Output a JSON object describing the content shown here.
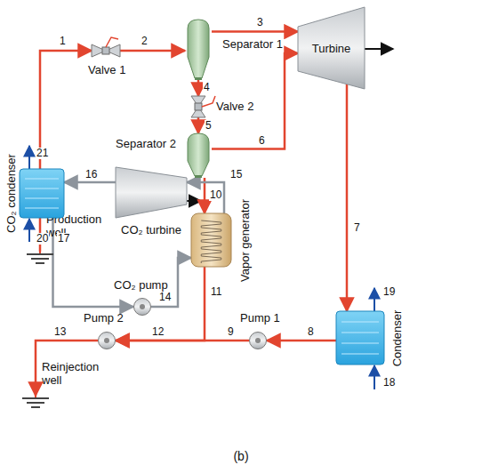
{
  "diagram": {
    "caption": "(b)",
    "nodes": [
      {
        "text": [
          "Production well"
        ]
      },
      {
        "text": [
          "Valve 1"
        ]
      },
      {
        "text": [
          "Separator 1"
        ]
      },
      {
        "text": [
          "Turbine"
        ]
      },
      {
        "text": [
          "Valve 2"
        ]
      },
      {
        "text": [
          "Separator 2"
        ]
      },
      {
        "text": [
          "CO₂ turbine"
        ]
      },
      {
        "text": [
          "Vapor generator"
        ]
      },
      {
        "text": [
          "CO₂ condenser"
        ]
      },
      {
        "text": [
          "CO₂ pump"
        ]
      },
      {
        "text": [
          "Pump 2"
        ]
      },
      {
        "text": [
          "Pump 1"
        ]
      },
      {
        "text": [
          "Condenser"
        ]
      },
      {
        "text": [
          "Reinjection well"
        ]
      }
    ],
    "edges": [
      {
        "from": 0,
        "to": 1,
        "arrow": "to",
        "label": "1"
      },
      {
        "from": 1,
        "to": 2,
        "arrow": "to",
        "label": "2"
      },
      {
        "from": 2,
        "to": 3,
        "arrow": "to",
        "label": "3"
      },
      {
        "from": 2,
        "to": 4,
        "arrow": "to",
        "label": "4"
      },
      {
        "from": 4,
        "to": 5,
        "arrow": "to",
        "label": "5"
      },
      {
        "from": 5,
        "to": 3,
        "arrow": "to",
        "label": "6"
      },
      {
        "from": 3,
        "to": 12,
        "arrow": "to",
        "label": "7"
      },
      {
        "from": 12,
        "to": 11,
        "arrow": "to",
        "label": "8"
      },
      {
        "from": 11,
        "to": 10,
        "arrow": "to",
        "label": "9"
      },
      {
        "from": 5,
        "to": 7,
        "arrow": "to",
        "label": "10"
      },
      {
        "from": 7,
        "to": 10,
        "arrow": "to",
        "label": "11"
      },
      {
        "from": 10,
        "to": 13,
        "arrow": "to",
        "label": "13"
      },
      {
        "from": 9,
        "to": 7,
        "arrow": "to",
        "label": "14"
      },
      {
        "from": 7,
        "to": 6,
        "arrow": "to",
        "label": "15"
      },
      {
        "from": 6,
        "to": 8,
        "arrow": "to",
        "label": "16"
      },
      {
        "from": 8,
        "to": 9,
        "arrow": "to",
        "label": "17"
      }
    ],
    "labels": [
      "12",
      "18",
      "19",
      "20",
      "21"
    ]
  }
}
